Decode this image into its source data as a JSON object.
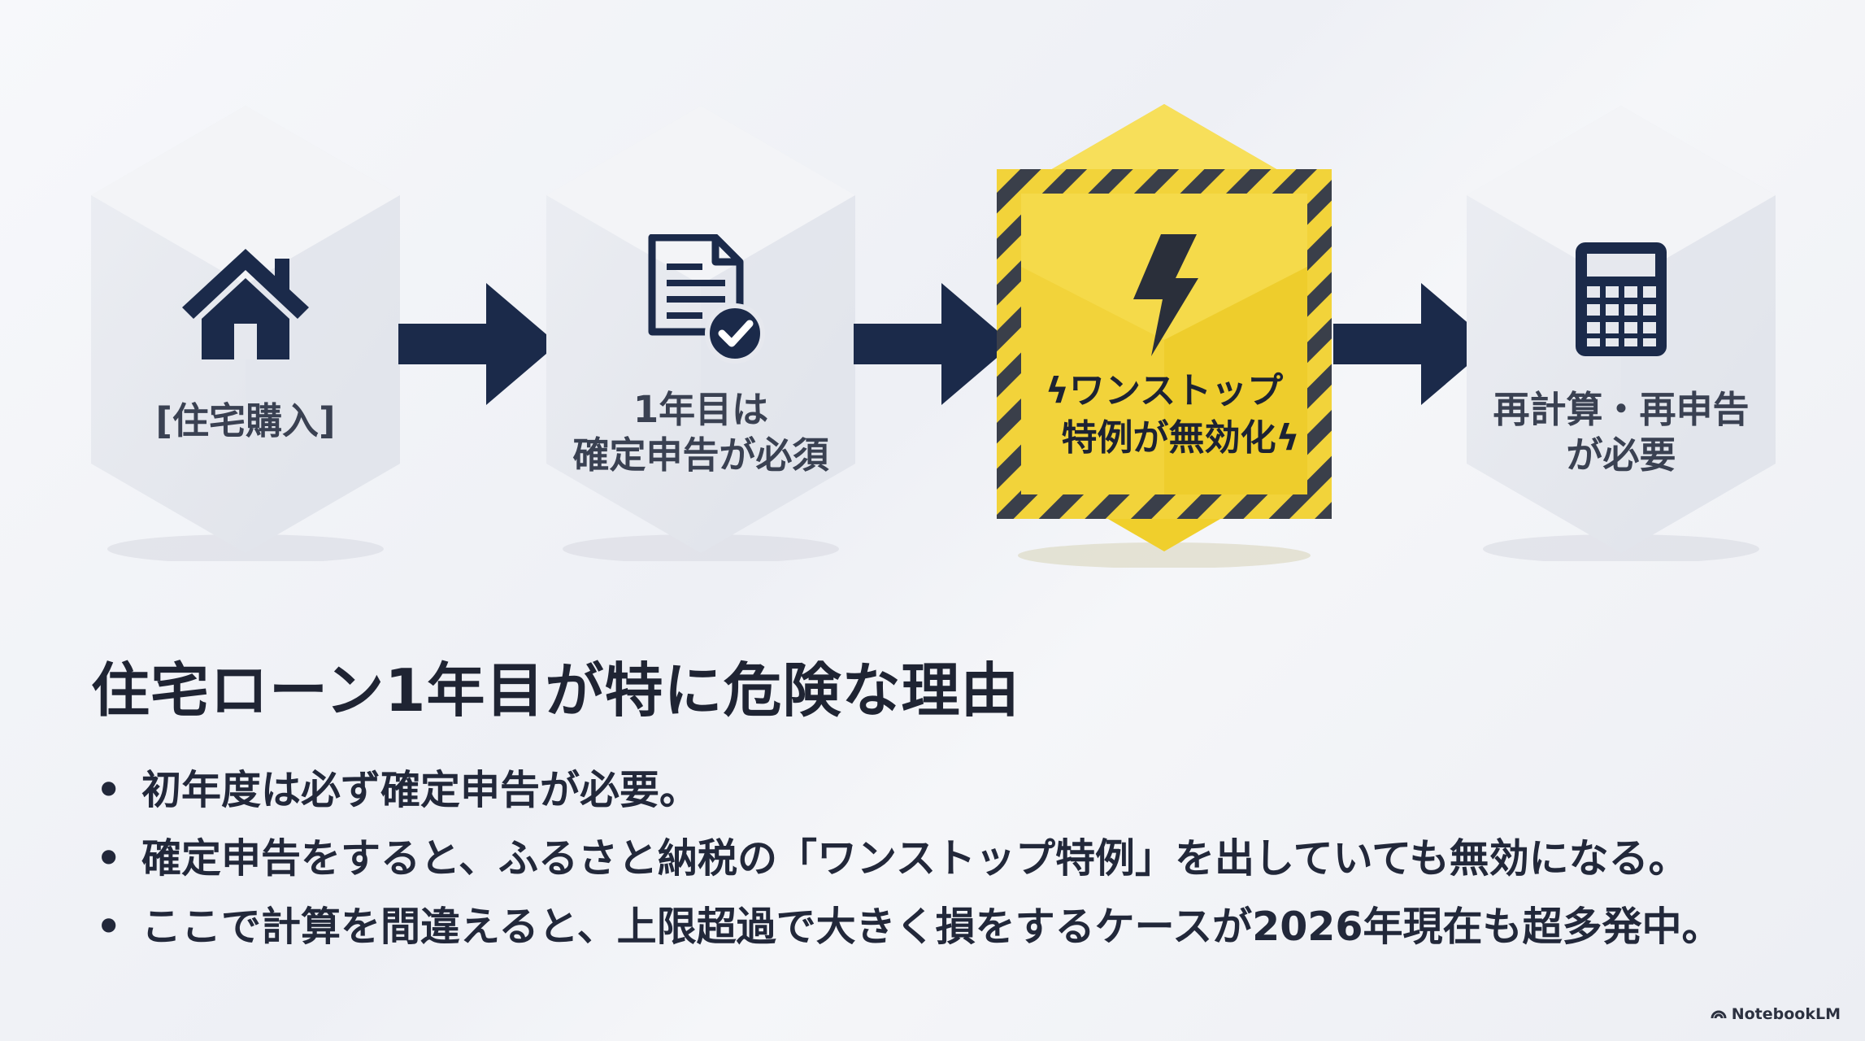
{
  "steps": [
    {
      "label_lines": [
        "[住宅購入]"
      ],
      "icon": "house-icon"
    },
    {
      "label_lines": [
        "1年目は",
        "確定申告が必須"
      ],
      "icon": "document-check-icon"
    },
    {
      "label_lines": [
        "ワンストップ",
        "特例が無効化"
      ],
      "icon": "lightning-icon",
      "highlight": true
    },
    {
      "label_lines": [
        "再計算・再申告",
        "が必要"
      ],
      "icon": "calculator-icon"
    }
  ],
  "heading": "住宅ローン1年目が特に危険な理由",
  "bullets": [
    "初年度は必ず確定申告が必要。",
    "確定申告をすると、ふるさと納税の「ワンストップ特例」を出していても無効になる。",
    "ここで計算を間違えると、上限超過で大きく損をするケースが2026年現在も超多発中。"
  ],
  "brand": "NotebookLM",
  "colors": {
    "navy": "#1b2a4a",
    "warning_yellow": "#f2d33a",
    "stripe_dark": "#3a3f4a",
    "hex_face": "#e6e8ee"
  }
}
